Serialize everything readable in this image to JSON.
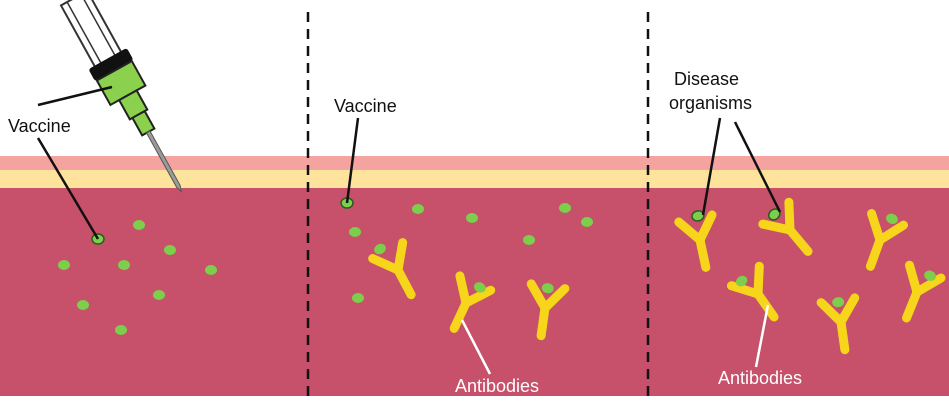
{
  "labels": {
    "vaccine_panel1": "Vaccine",
    "vaccine_panel2": "Vaccine",
    "disease_line1": "Disease",
    "disease_line2": "organisms",
    "antibodies_panel2": "Antibodies",
    "antibodies_panel3": "Antibodies"
  },
  "colors": {
    "skin_top": "#f5a3a0",
    "skin_yellow": "#fde39b",
    "tissue": "#c7506b",
    "vaccine_particle": "#7ccf4b",
    "antibody": "#f7d51a",
    "syringe_green": "#8bd14e",
    "syringe_black": "#111111",
    "antibody_pointer_line": "#ffffff"
  },
  "icons": [
    "syringe-icon",
    "antibody-icon",
    "vaccine-particle-icon"
  ]
}
